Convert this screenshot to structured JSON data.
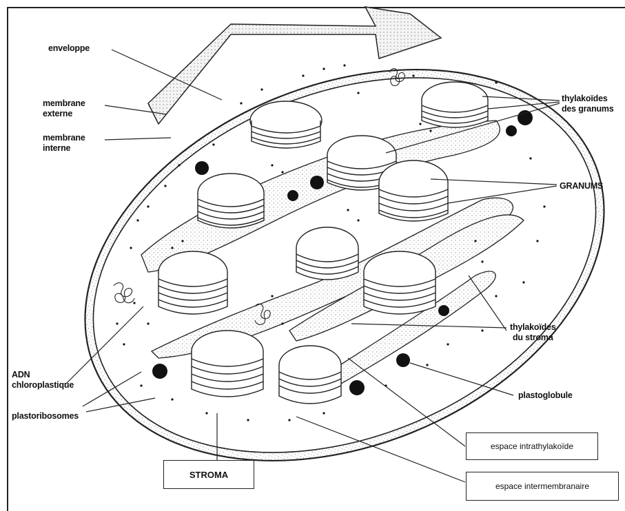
{
  "labels": {
    "enveloppe": "enveloppe",
    "membrane_externe": "membrane\nexterne",
    "membrane_interne": "membrane\ninterne",
    "thylakoides_granums": "thylakoïdes\ndes granums",
    "granums": "GRANUMS",
    "thylakoides_stroma": "thylakoïdes\ndu stroma",
    "plastoglobule": "plastoglobule",
    "adn": "ADN\nchloroplastique",
    "plastoribosomes": "plastoribosomes"
  },
  "boxes": {
    "stroma": "STROMA",
    "espace_intrathylakoide": "espace intrathylakoïde",
    "espace_intermembranaire": "espace intermembranaire"
  },
  "colors": {
    "line": "#222222",
    "stipple": "#b8b8b8",
    "dark": "#111111"
  }
}
